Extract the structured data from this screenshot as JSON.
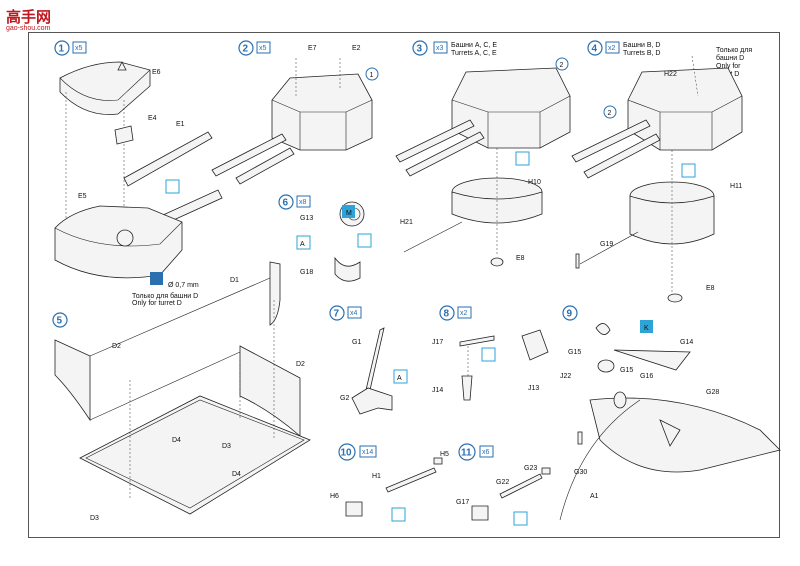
{
  "logo": {
    "main": "高手网",
    "url": "gao-shou.com"
  },
  "steps": [
    {
      "num": "1",
      "mult": "x5"
    },
    {
      "num": "2",
      "mult": "x5"
    },
    {
      "num": "3",
      "mult": "x3",
      "note1": "Башни A, C, E",
      "note2": "Turrets A, C, E"
    },
    {
      "num": "4",
      "mult": "x2",
      "note1": "Башни B, D",
      "note2": "Turrets B, D",
      "note3": "Только для",
      "note4": "башни D",
      "note5": "Only for",
      "note6": "turret D"
    },
    {
      "num": "5"
    },
    {
      "num": "6",
      "mult": "x8"
    },
    {
      "num": "7",
      "mult": "x4"
    },
    {
      "num": "8",
      "mult": "x2"
    },
    {
      "num": "9"
    },
    {
      "num": "10",
      "mult": "x14"
    },
    {
      "num": "11",
      "mult": "x6"
    }
  ],
  "step1_note": {
    "dim": "Ø 0,7 mm",
    "ru": "Только для башни D",
    "en": "Only for turret D"
  },
  "paints": {
    "M": "M",
    "K": "K",
    "A": "A"
  },
  "labels": {
    "E6": "E6",
    "E4": "E4",
    "E1": "E1",
    "E5": "E5",
    "E7": "E7",
    "E2": "E2",
    "H10": "H10",
    "H21": "H21",
    "E8": "E8",
    "H22": "H22",
    "H11": "H11",
    "G19": "G19",
    "G13": "G13",
    "G18": "G18",
    "D1": "D1",
    "D2": "D2",
    "D3": "D3",
    "D4": "D4",
    "G1": "G1",
    "G2": "G2",
    "J17": "J17",
    "J14": "J14",
    "J13": "J13",
    "G15": "G15",
    "G14": "G14",
    "J22": "J22",
    "G16": "G16",
    "G28": "G28",
    "G30": "G30",
    "A1": "A1",
    "H5": "H5",
    "H1": "H1",
    "H6": "H6",
    "G23": "G23",
    "G22": "G22",
    "G17": "G17",
    "one": "1",
    "two": "2"
  },
  "colors": {
    "step": "#2a6fb0",
    "paint": "#2ea3d8",
    "logo": "#c0181e"
  }
}
